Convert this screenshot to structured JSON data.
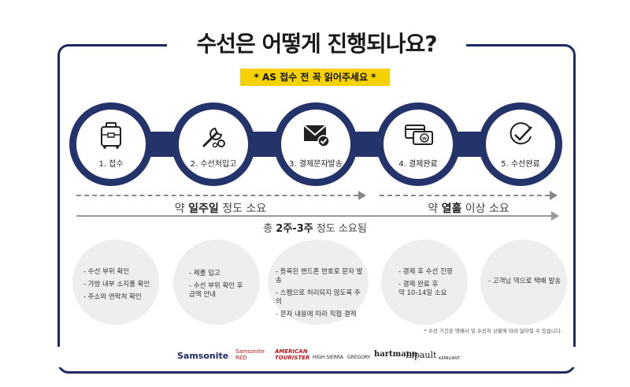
{
  "title": "수선은 어떻게 진행되나요?",
  "notice": "* AS 접수 전 꼭 읽어주세요 *",
  "steps": [
    {
      "label": "1.  접수",
      "icon": "suitcase-icon"
    },
    {
      "label": "2. 수선처입고",
      "icon": "wrench-gears-icon"
    },
    {
      "label": "3. 결제문자발송",
      "icon": "envelope-check-icon"
    },
    {
      "label": "4. 결제완료",
      "icon": "card-payment-icon"
    },
    {
      "label": "5. 수선완료",
      "icon": "checkmark-icon"
    }
  ],
  "duration": {
    "first_pre": "약 ",
    "first_bold": "일주일",
    "first_post": " 정도 소요",
    "second_pre": "약 ",
    "second_bold": "열흘",
    "second_post": " 이상 소요",
    "total_pre": "총 ",
    "total_bold": "2주-3주",
    "total_post": " 정도 소요됨"
  },
  "bubbles": [
    [
      "- 수선 부위 확인",
      "- 가방 내부 소지품 확인",
      "- 주소와 연락처 확인"
    ],
    [
      "- 제품 입고",
      "- 수선 부위 확인 후\n  금액 안내"
    ],
    [
      "- 등록된 핸드폰 번호로 문자 발송",
      "- 스팸으로 처리되지 않도록 주의",
      "- 문자 내용에 따라 직접 결제"
    ],
    [
      "- 결제 후 수선 진행",
      "- 결제 완료 후\n  약 10-14일 소요"
    ],
    [
      "- 고객님 댁으로 택배 발송"
    ]
  ],
  "footnote": "* 수선 기간은 택배사 및 수선처 상황에 따라 달라질 수 있습니다.",
  "brands": [
    "Samsonite",
    "Samsonite RED",
    "AMERICAN TOURISTER",
    "HIGH SIERRA",
    "GREGORY",
    "hartmann",
    "Lipault",
    "KAMILIANT"
  ],
  "colors": {
    "navy": "#25336b",
    "notice_yellow": "#f6d100",
    "bubble_gray": "#eeeeee"
  }
}
